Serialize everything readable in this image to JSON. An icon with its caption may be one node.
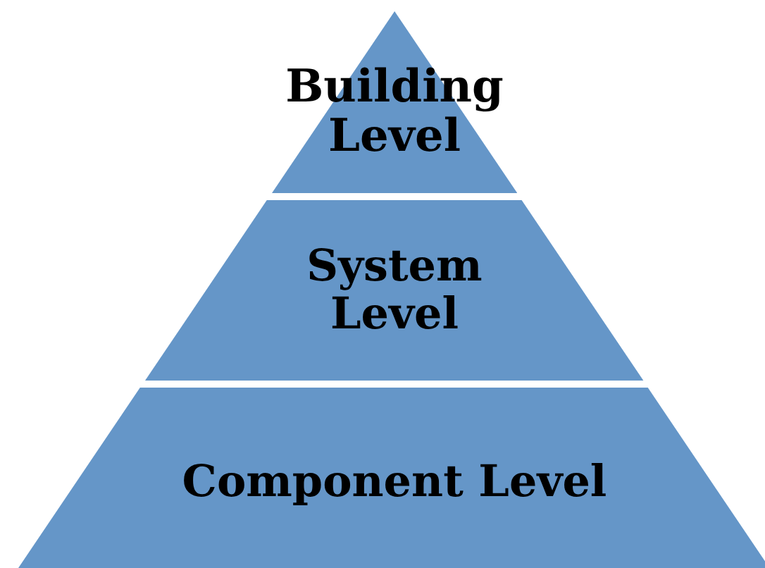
{
  "diagram": {
    "nodes": [
      {
        "text": [
          "Building Level"
        ]
      },
      {
        "text": [
          "System Level"
        ]
      },
      {
        "text": [
          "Component Level"
        ]
      }
    ]
  }
}
